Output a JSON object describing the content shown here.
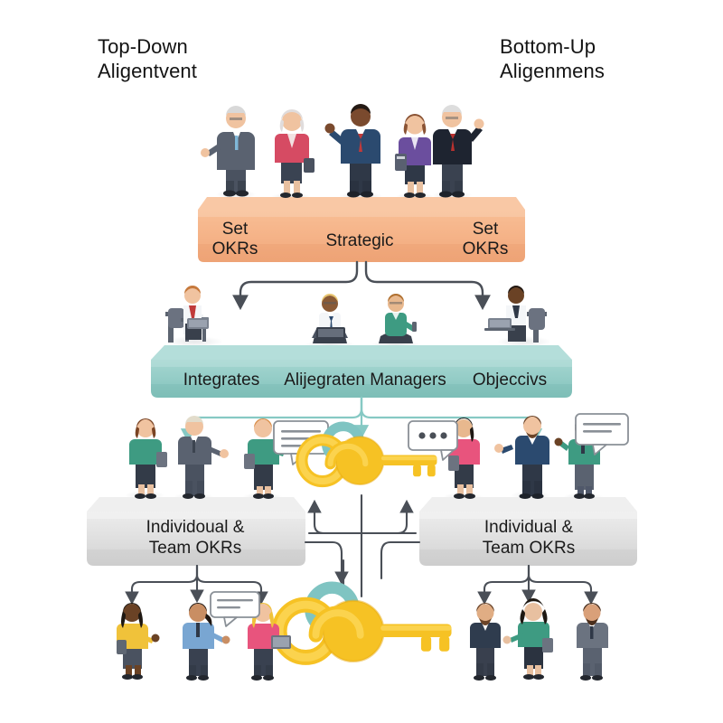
{
  "headers": {
    "left": "Top-Down\nAligentvent",
    "right": "Bottom-Up\nAligenmens"
  },
  "tiers": {
    "executive": {
      "name": "executive-platform",
      "color": "#F5B183",
      "labels": {
        "left": "Set\nOKRs",
        "center": "Strategic",
        "right": "Set\nOKRs"
      },
      "people_count": 5
    },
    "management": {
      "name": "management-platform",
      "color": "#9ED3CE",
      "labels": {
        "left": "Integrates",
        "center": "Alijegraten Managers",
        "right": "Objeccivs"
      },
      "people_count": 4
    },
    "team_left": {
      "name": "team-platform-left",
      "color": "#DCDCDC",
      "label": "Individoual &\nTeam OKRs",
      "people_count": 3
    },
    "team_right": {
      "name": "team-platform-right",
      "color": "#DCDCDC",
      "label": "Individual &\nTeam OKRs",
      "people_count": 3
    }
  },
  "icons": {
    "key_upper": "interlocking-rings-key-icon",
    "key_lower": "interlocking-rings-key-icon",
    "speech_bubble_lines": "speech-bubble-lines-icon",
    "speech_bubble_dots": "speech-bubble-dots-icon"
  },
  "colors": {
    "background": "#FFFFFF",
    "orange_top": "#F8C49E",
    "orange_face": "#F5B183",
    "orange_side": "#E79E72",
    "teal_top": "#AEDCD7",
    "teal_face": "#8FCBC5",
    "teal_side": "#79BDB6",
    "gray_top": "#E9E9E9",
    "gray_face": "#D9D9D9",
    "gray_side": "#C9C9C9",
    "arrow_dark": "#4A4F57",
    "arrow_teal": "#86C9C4",
    "key_gold": "#F6C224",
    "key_gold_light": "#FBD34E",
    "key_teal": "#7FC4C2",
    "bubble_stroke": "#7E848C"
  },
  "bottom_rows": {
    "left_people_count": 3,
    "right_people_count": 3
  }
}
